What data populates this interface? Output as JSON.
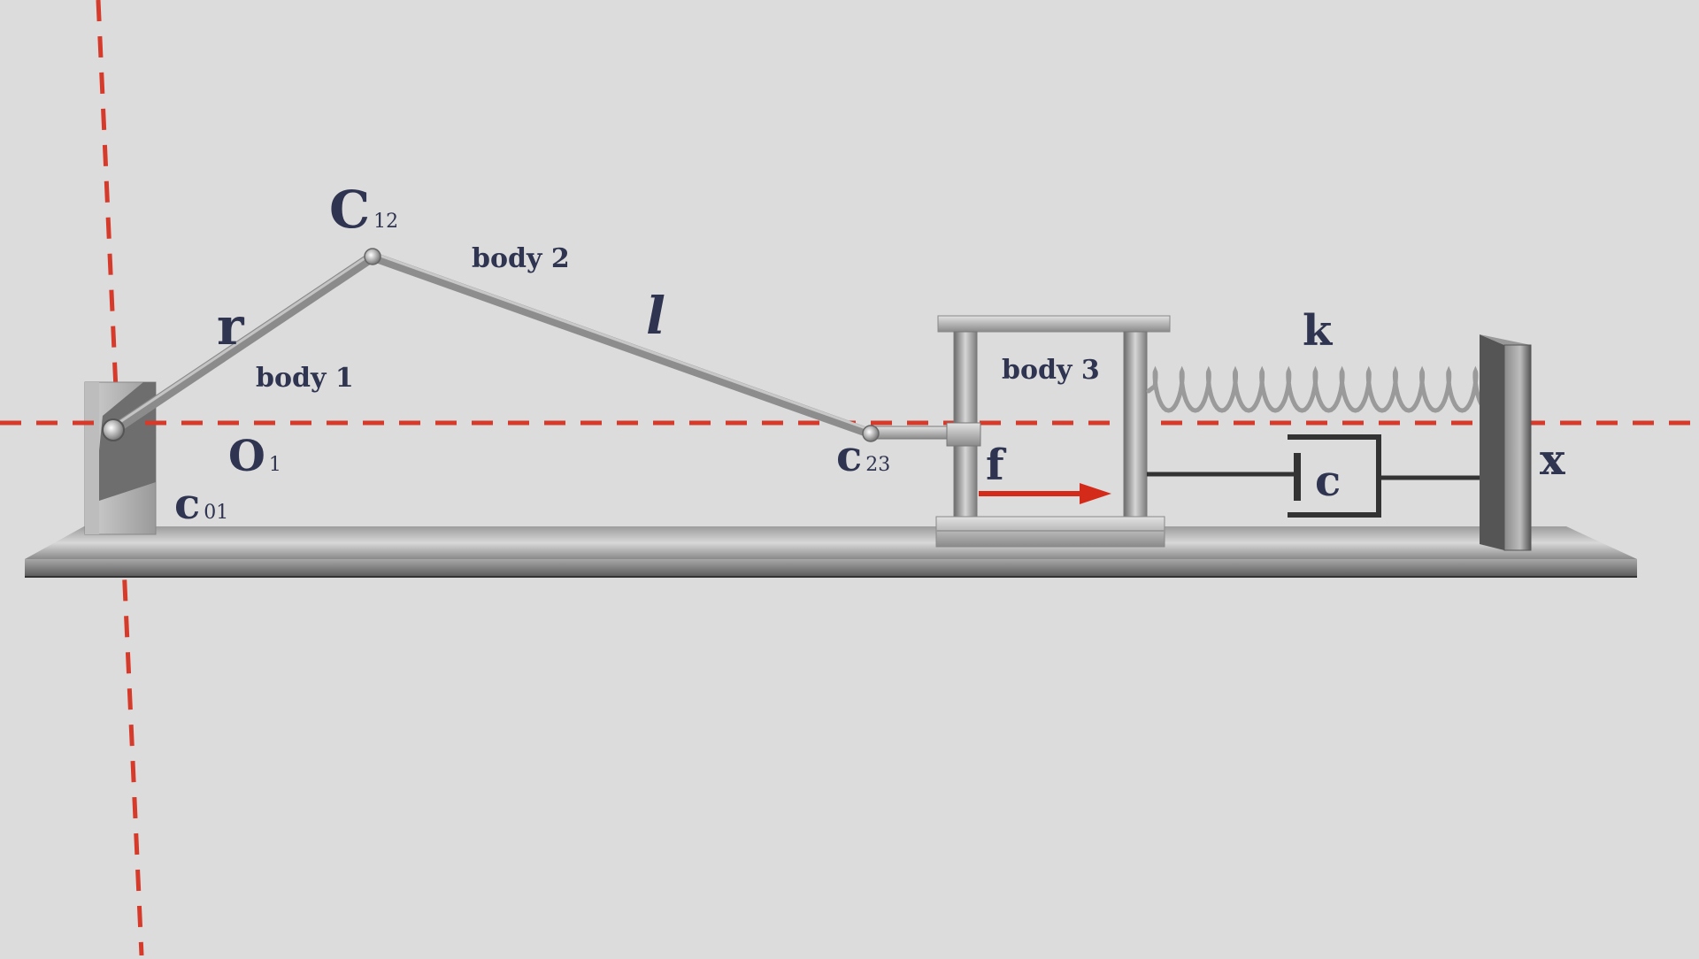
{
  "labels": {
    "c12_main": "C",
    "c12_sub": "12",
    "body2": "body 2",
    "l": "l",
    "r": "r",
    "body1": "body 1",
    "o1_main": "O",
    "o1_sub": "1",
    "c01_main": "c",
    "c01_sub": "01",
    "c23_main": "c",
    "c23_sub": "23",
    "body3": "body 3",
    "f": "f",
    "k": "k",
    "c": "c",
    "x": "x"
  },
  "colors": {
    "background": "#dcdcdc",
    "axis_dashes": "#d63a2a",
    "force_arrow": "#d42a1a",
    "label_text": "#2f3450",
    "metal": "#a8a8a8"
  }
}
